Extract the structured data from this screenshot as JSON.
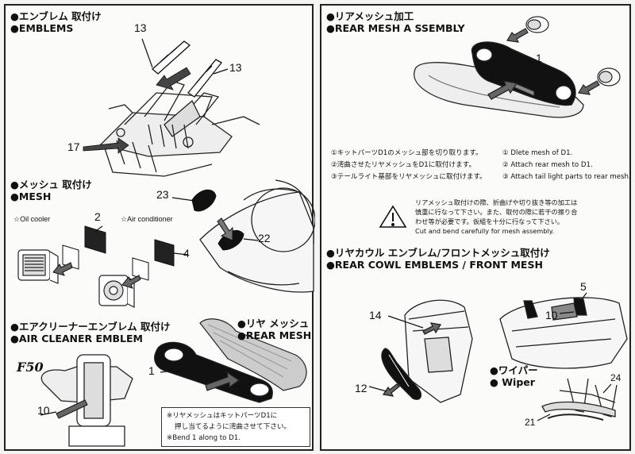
{
  "left_panel": {
    "emblems": {
      "title_jp": "●エンブレム 取付け",
      "title_en": "●EMBLEMS",
      "parts": [
        "13",
        "13",
        "17"
      ]
    },
    "mesh": {
      "title_jp": "●メッシュ 取付け",
      "title_en": "●MESH",
      "oil_cooler": "☆Oil cooler",
      "air_conditioner": "☆Air conditioner",
      "parts": [
        "2",
        "4",
        "23",
        "22"
      ]
    },
    "air_cleaner": {
      "title_jp": "●エアクリーナーエンブレム 取付け",
      "title_en": "●AIR CLEANER EMBLEM",
      "logo": "F50",
      "part": "10"
    },
    "rear_mesh_small": {
      "title_jp": "●リヤ メッシュ",
      "title_en": "●REAR MESH",
      "part": "1"
    },
    "note": {
      "jp1": "※リヤメッシュはキットパーツD1に",
      "jp2": "押し当てるように湾曲させて下さい。",
      "en": "※Bend 1 along to D1."
    }
  },
  "right_panel": {
    "rear_mesh": {
      "title_jp": "●リアメッシュ加工",
      "title_en": "●REAR MESH A SSEMBLY",
      "part": "1",
      "steps_jp": [
        "①キットパーツD1のメッシュ部を切り取ります。",
        "②湾曲させたリヤメッシュをD1に取付けます。",
        "③テールライト基部をリヤメッシュに取付けます。"
      ],
      "steps_en": [
        "① Dlete mesh of D1.",
        "② Attach rear mesh to D1.",
        "③ Attach tail light parts to rear mesh."
      ]
    },
    "caution": {
      "jp1": "リアメッシュ取付けの際、折曲げや切り抜き等の加工は",
      "jp2": "慎重に行なって下さい。また、取付の際に若干の擦り合",
      "jp3": "わせ等が必要です。仮組を十分に行なって下さい。",
      "en": "Cut and bend carefully for mesh assembly."
    },
    "rear_cowl": {
      "title_jp": "●リヤカウル エンブレム/フロントメッシュ取付け",
      "title_en": "●REAR COWL EMBLEMS / FRONT MESH",
      "parts": [
        "5",
        "10",
        "14",
        "12"
      ]
    },
    "wiper": {
      "title_jp": "●ワイパー",
      "title_en": "● Wiper",
      "parts": [
        "24",
        "21"
      ]
    }
  }
}
